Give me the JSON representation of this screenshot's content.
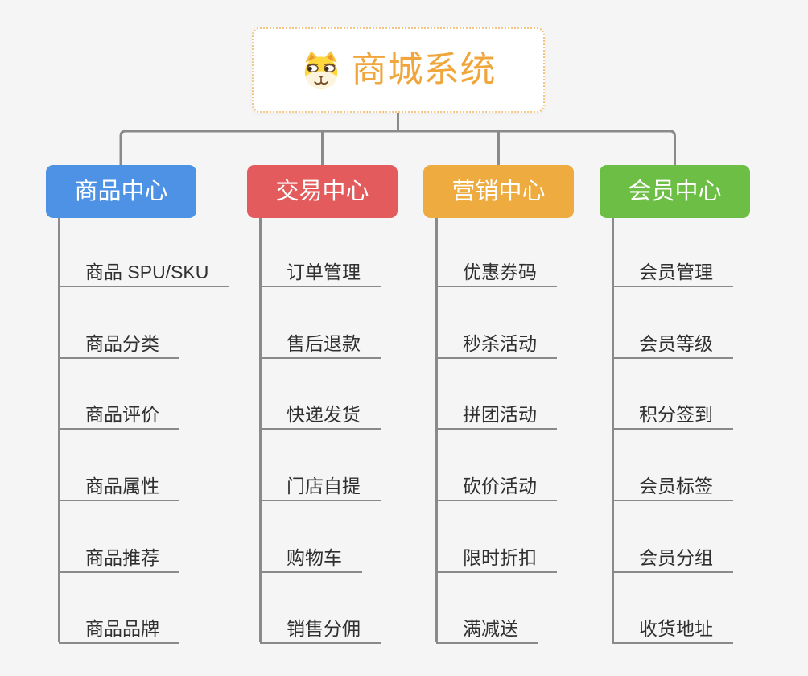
{
  "canvas": {
    "background_color": "#f5f5f6",
    "connector_color": "#8a8a8a",
    "leaf_text_color": "#303030"
  },
  "root": {
    "label": "商城系统",
    "icon": "dog-face",
    "text_color": "#f0a63c",
    "border_color": "#f2c582",
    "background_color": "#ffffff"
  },
  "branches": [
    {
      "label": "商品中心",
      "color": "#4d92e5",
      "text_color": "#ffffff",
      "items": [
        "商品 SPU/SKU",
        "商品分类",
        "商品评价",
        "商品属性",
        "商品推荐",
        "商品品牌"
      ]
    },
    {
      "label": "交易中心",
      "color": "#e35b5c",
      "text_color": "#ffffff",
      "items": [
        "订单管理",
        "售后退款",
        "快递发货",
        "门店自提",
        "购物车",
        "销售分佣"
      ]
    },
    {
      "label": "营销中心",
      "color": "#eeab40",
      "text_color": "#ffffff",
      "items": [
        "优惠券码",
        "秒杀活动",
        "拼团活动",
        "砍价活动",
        "限时折扣",
        "满减送"
      ]
    },
    {
      "label": "会员中心",
      "color": "#6dbe45",
      "text_color": "#ffffff",
      "items": [
        "会员管理",
        "会员等级",
        "积分签到",
        "会员标签",
        "会员分组",
        "收货地址"
      ]
    }
  ]
}
